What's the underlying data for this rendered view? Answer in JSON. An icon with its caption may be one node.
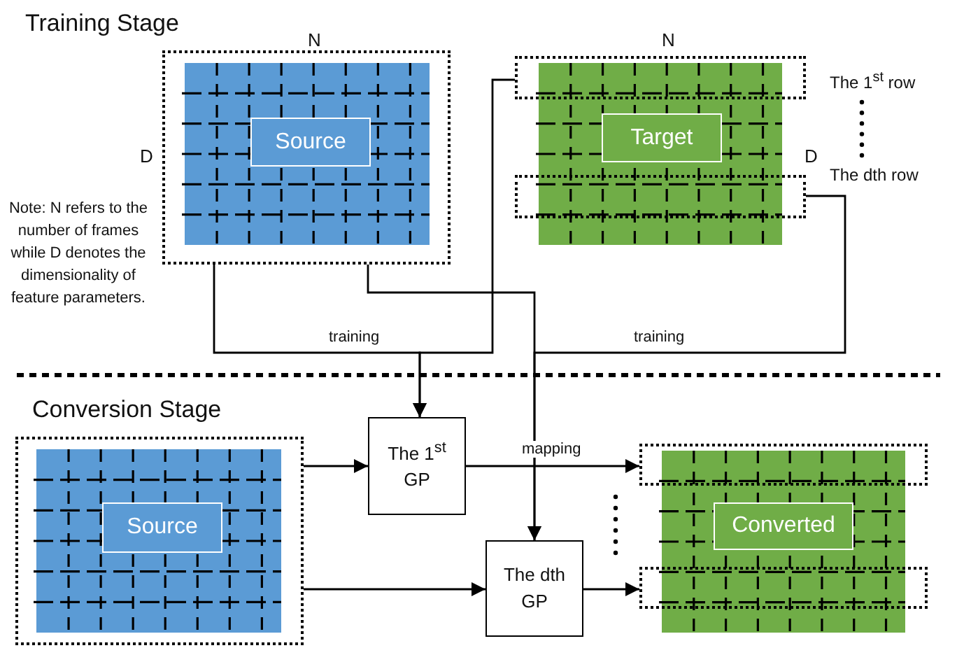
{
  "diagram": {
    "nodes": [
      {
        "text": [],
        "shape": "box"
      },
      {
        "text": [
          "Source"
        ],
        "in": 0
      },
      {
        "text": [],
        "shape": "box"
      },
      {
        "text": [],
        "shape": "box"
      },
      {
        "text": [
          "Target"
        ]
      },
      {
        "text": [
          "The 1$^{st}$ GP"
        ]
      },
      {
        "text": [
          "The dth GP"
        ]
      },
      {
        "text": [],
        "shape": "box"
      },
      {
        "text": [
          "Source"
        ],
        "in": 7
      },
      {
        "text": [],
        "shape": "box"
      },
      {
        "text": [],
        "shape": "box"
      },
      {
        "text": [
          "Converted"
        ]
      }
    ],
    "edges": [
      {
        "from": 0,
        "to": 5,
        "arrow": "to",
        "label": "training"
      },
      {
        "from": 2,
        "to": 5,
        "arrow": "to"
      },
      {
        "from": 0,
        "to": 6,
        "arrow": "to"
      },
      {
        "from": 3,
        "to": 6,
        "arrow": "to",
        "label": "training"
      },
      {
        "from": 7,
        "to": 5,
        "arrow": "to"
      },
      {
        "from": 7,
        "to": 6,
        "arrow": "to"
      },
      {
        "from": 5,
        "to": 9,
        "arrow": "to",
        "label": "mapping"
      },
      {
        "from": 6,
        "to": 10,
        "arrow": "to"
      }
    ],
    "labels": [
      "Training Stage",
      "N",
      "D",
      "N",
      "D",
      "The 1$^{st}$ row",
      "The dth row",
      "Note: N refers to the number of frames while D denotes the dimensionality of feature parameters.",
      "Conversion Stage"
    ]
  }
}
